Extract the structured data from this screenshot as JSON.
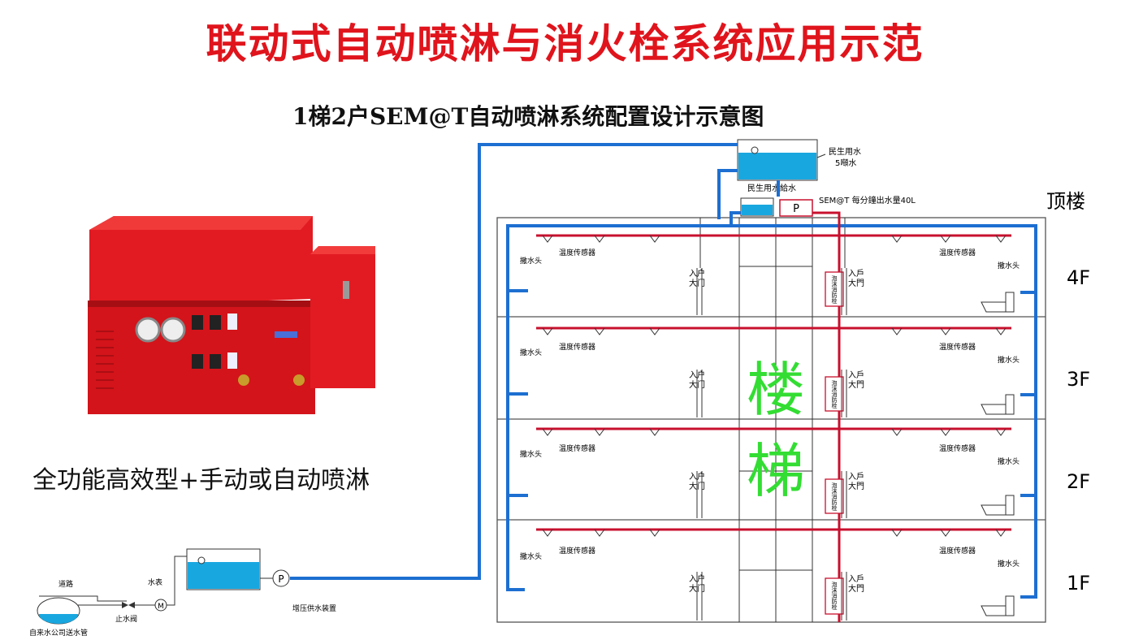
{
  "title": "联动式自动喷淋与消火栓系统应用示范",
  "subtitle": "1梯2户SEM@T自动喷淋系统配置设计示意图",
  "caption": "全功能高效型+手动或自动喷淋",
  "roof_tank": {
    "label_line1": "民生用水",
    "label_line2": "5噸水"
  },
  "supply_label": "民生用水給水",
  "pump_letter": "P",
  "output_note": "SEM@T 每分鐘出水量40L",
  "top_floor_label": "顶楼",
  "floors": [
    "4F",
    "3F",
    "2F",
    "1F"
  ],
  "stair_chars": [
    "楼",
    "梯"
  ],
  "labels": {
    "sprinkler_head": "撒水头",
    "temp_sensor": "温度传感器",
    "entrance_left_1": "入户",
    "entrance_left_2": "大门",
    "entrance_right_1": "入戶",
    "entrance_right_2": "大門",
    "foam_hydrant": "泡沫消防栓"
  },
  "ground": {
    "road": "道路",
    "meter": "水表",
    "meter_symbol": "M",
    "stop_valve": "止水阀",
    "main_pipe": "自来水公司送水管",
    "booster": "增压供水装置"
  },
  "colors": {
    "red_pipe": "#c8102e",
    "blue_pipe": "#1d6fd1",
    "water": "#19a7e0",
    "stair_text": "#33dd33",
    "title": "#e0141c"
  }
}
